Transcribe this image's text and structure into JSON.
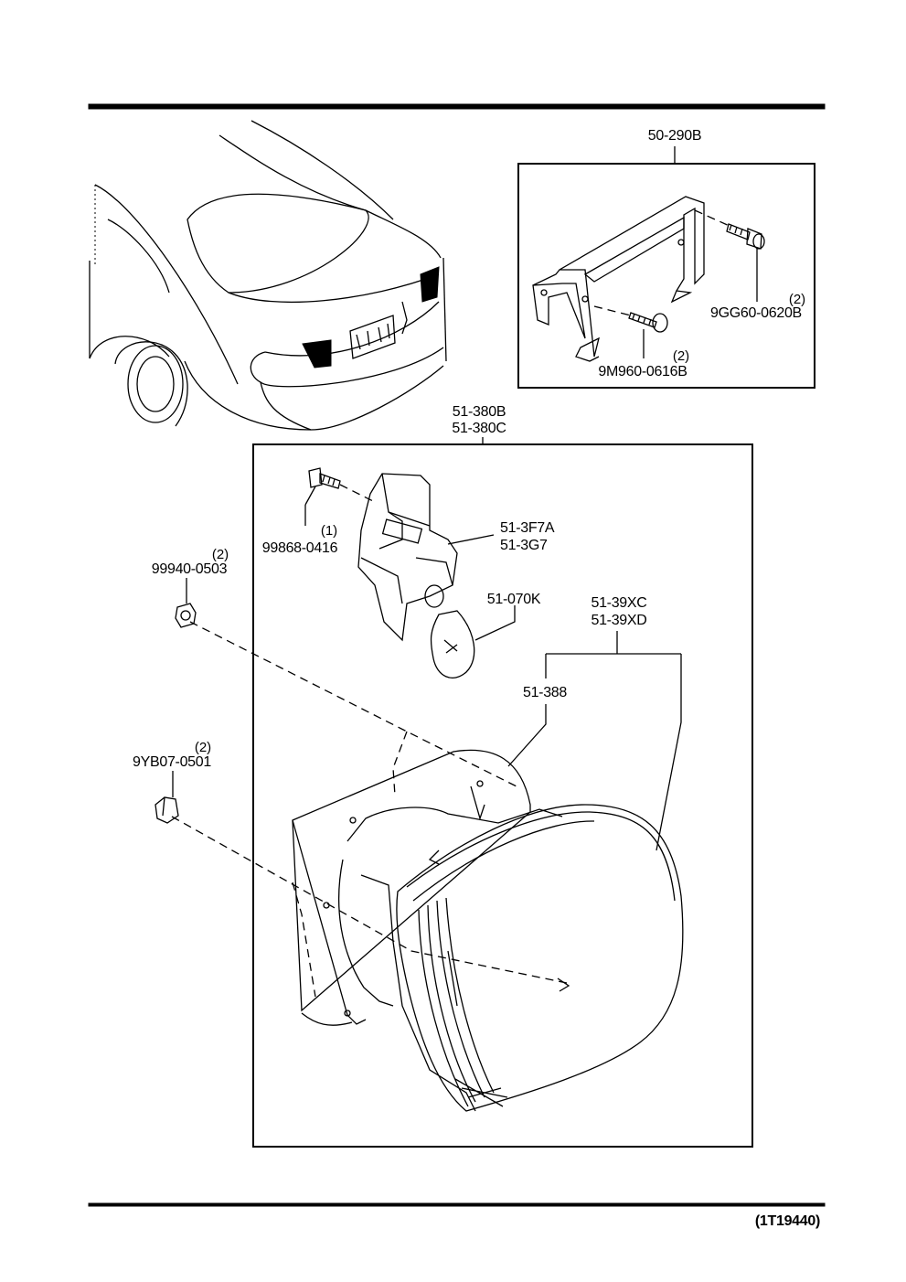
{
  "bracket_assembly": {
    "part": "50-290B"
  },
  "bracket_bolt": {
    "part": "9GG60-0620B",
    "qty": "(2)"
  },
  "bracket_screw": {
    "part": "9M960-0616B",
    "qty": "(2)"
  },
  "lamp_assembly": {
    "part_1": "51-380B",
    "part_2": "51-380C"
  },
  "socket_screw": {
    "part": "99868-0416",
    "qty": "(1)"
  },
  "socket": {
    "part_1": "51-3F7A",
    "part_2": "51-3G7"
  },
  "bulb": {
    "part": "51-070K"
  },
  "lens": {
    "part_1": "51-39XC",
    "part_2": "51-39XD"
  },
  "gasket": {
    "part": "51-388"
  },
  "nut": {
    "part": "99940-0503",
    "qty": "(2)"
  },
  "clip": {
    "part": "9YB07-0501",
    "qty": "(2)"
  },
  "footer": {
    "figure_id": "(1T19440)"
  }
}
